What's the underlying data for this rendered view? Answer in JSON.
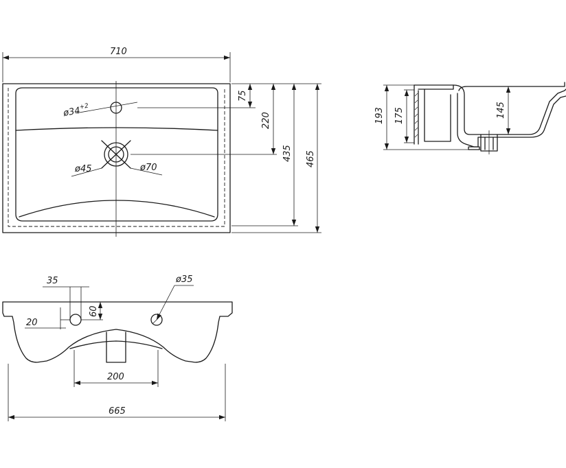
{
  "top_view": {
    "width": "710",
    "dim_75": "75",
    "dim_220": "220",
    "dim_435": "435",
    "dim_465": "465",
    "hole_dia": "ø34",
    "hole_tol": "+2",
    "drain_inner": "ø45",
    "drain_outer": "ø70"
  },
  "side_view": {
    "dim_193": "193",
    "dim_175": "175",
    "dim_145": "145"
  },
  "front_view": {
    "dim_35": "35",
    "dim_dia35": "ø35",
    "dim_60": "60",
    "dim_20": "20",
    "dim_200": "200",
    "dim_665": "665"
  }
}
